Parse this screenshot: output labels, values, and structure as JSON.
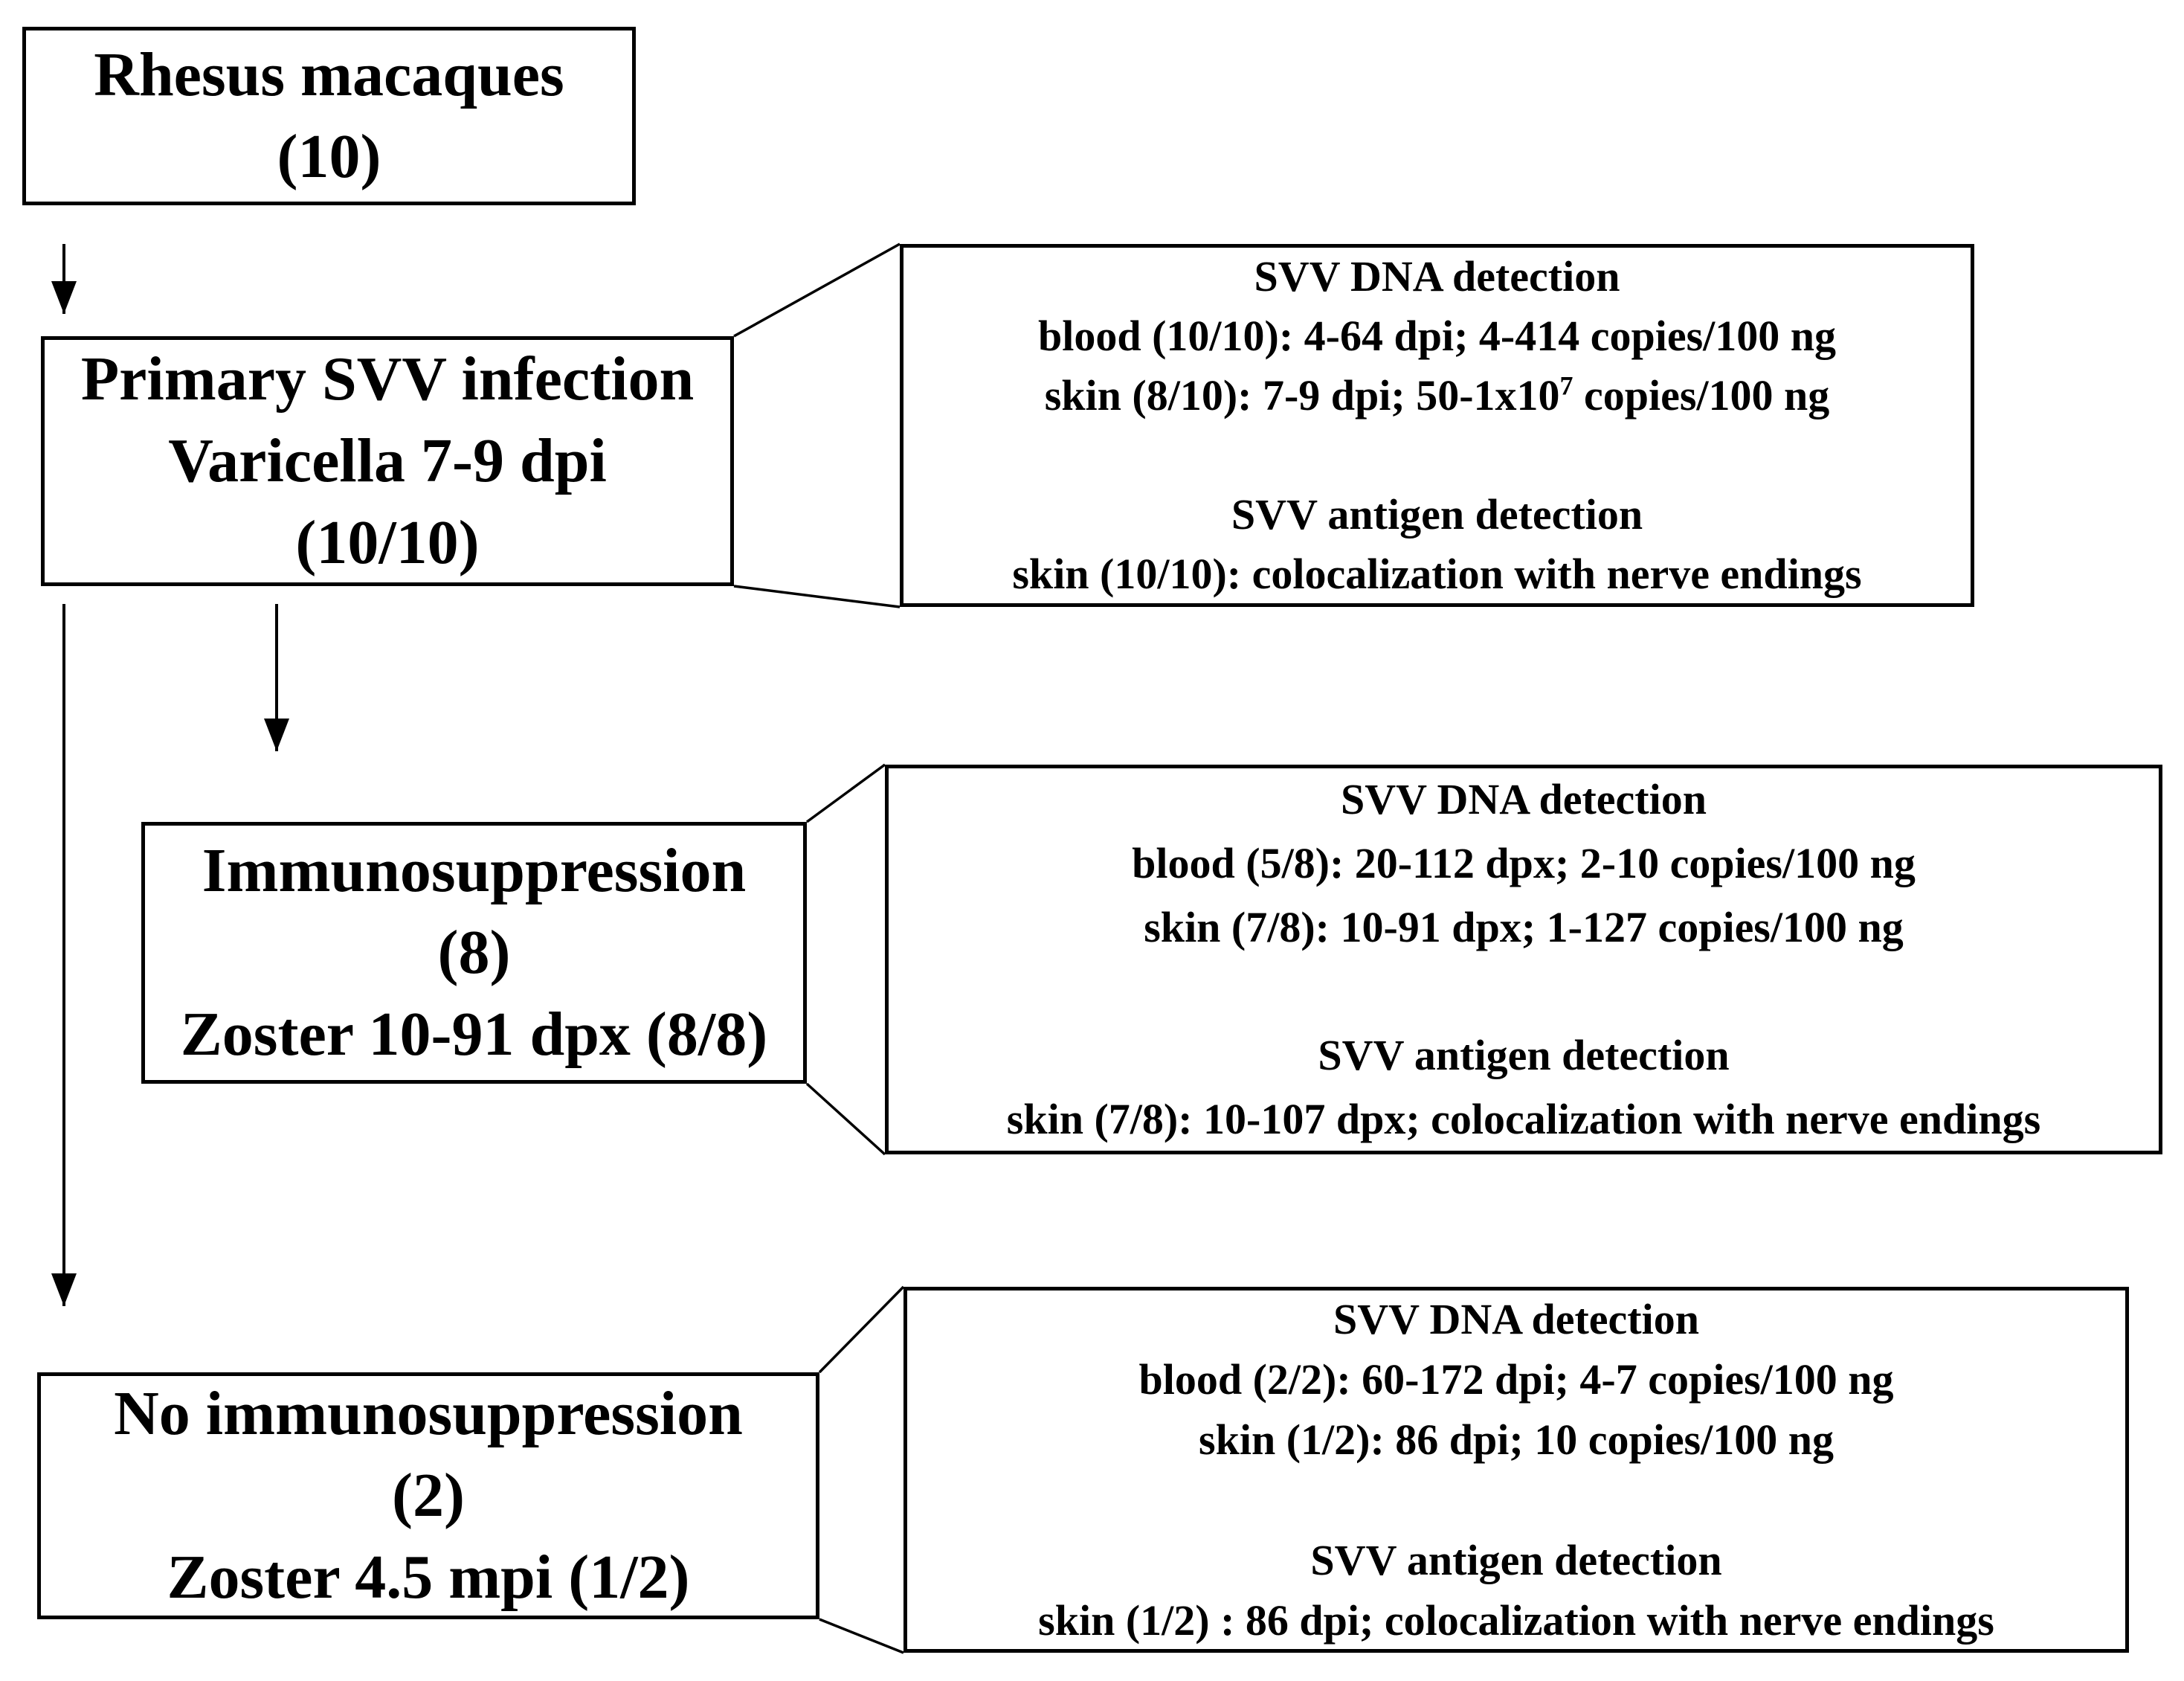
{
  "figure": {
    "colors": {
      "ink": "#000000",
      "background": "#ffffff"
    },
    "boxes": {
      "rhesus": {
        "lines": [
          "Rhesus macaques",
          "(10)"
        ]
      },
      "primary": {
        "lines": [
          "Primary SVV infection",
          "Varicella 7-9 dpi",
          "(10/10)"
        ]
      },
      "immunosuppression": {
        "lines": [
          "Immunosuppression",
          "(8)",
          "Zoster 10-91 dpx (8/8)"
        ]
      },
      "no_immunosuppression": {
        "lines": [
          "No immunosuppression",
          "(2)",
          "Zoster 4.5 mpi (1/2)"
        ]
      }
    },
    "details": {
      "primary": {
        "dna_heading": "SVV DNA detection",
        "blood_line": "blood (10/10): 4-64 dpi; 4-414 copies/100 ng",
        "skin_line_pre": "skin (8/10): 7-9 dpi; 50-1x10",
        "skin_line_sup": "7",
        "skin_line_post": " copies/100 ng",
        "antigen_heading": "SVV antigen detection",
        "antigen_skin_line": "skin (10/10): colocalization with nerve endings"
      },
      "immunosuppression": {
        "dna_heading": "SVV DNA detection",
        "blood_line": "blood (5/8): 20-112 dpx; 2-10 copies/100 ng",
        "skin_line": "skin (7/8): 10-91 dpx; 1-127 copies/100 ng",
        "antigen_heading": "SVV antigen detection",
        "antigen_skin_line": "skin (7/8): 10-107 dpx; colocalization with nerve endings"
      },
      "no_immunosuppression": {
        "dna_heading": "SVV DNA detection",
        "blood_line": "blood (2/2): 60-172 dpi; 4-7 copies/100 ng",
        "skin_line": "skin (1/2): 86 dpi; 10 copies/100 ng",
        "antigen_heading": "SVV antigen detection",
        "antigen_skin_line": "skin (1/2) : 86 dpi; colocalization with nerve endings"
      }
    }
  }
}
